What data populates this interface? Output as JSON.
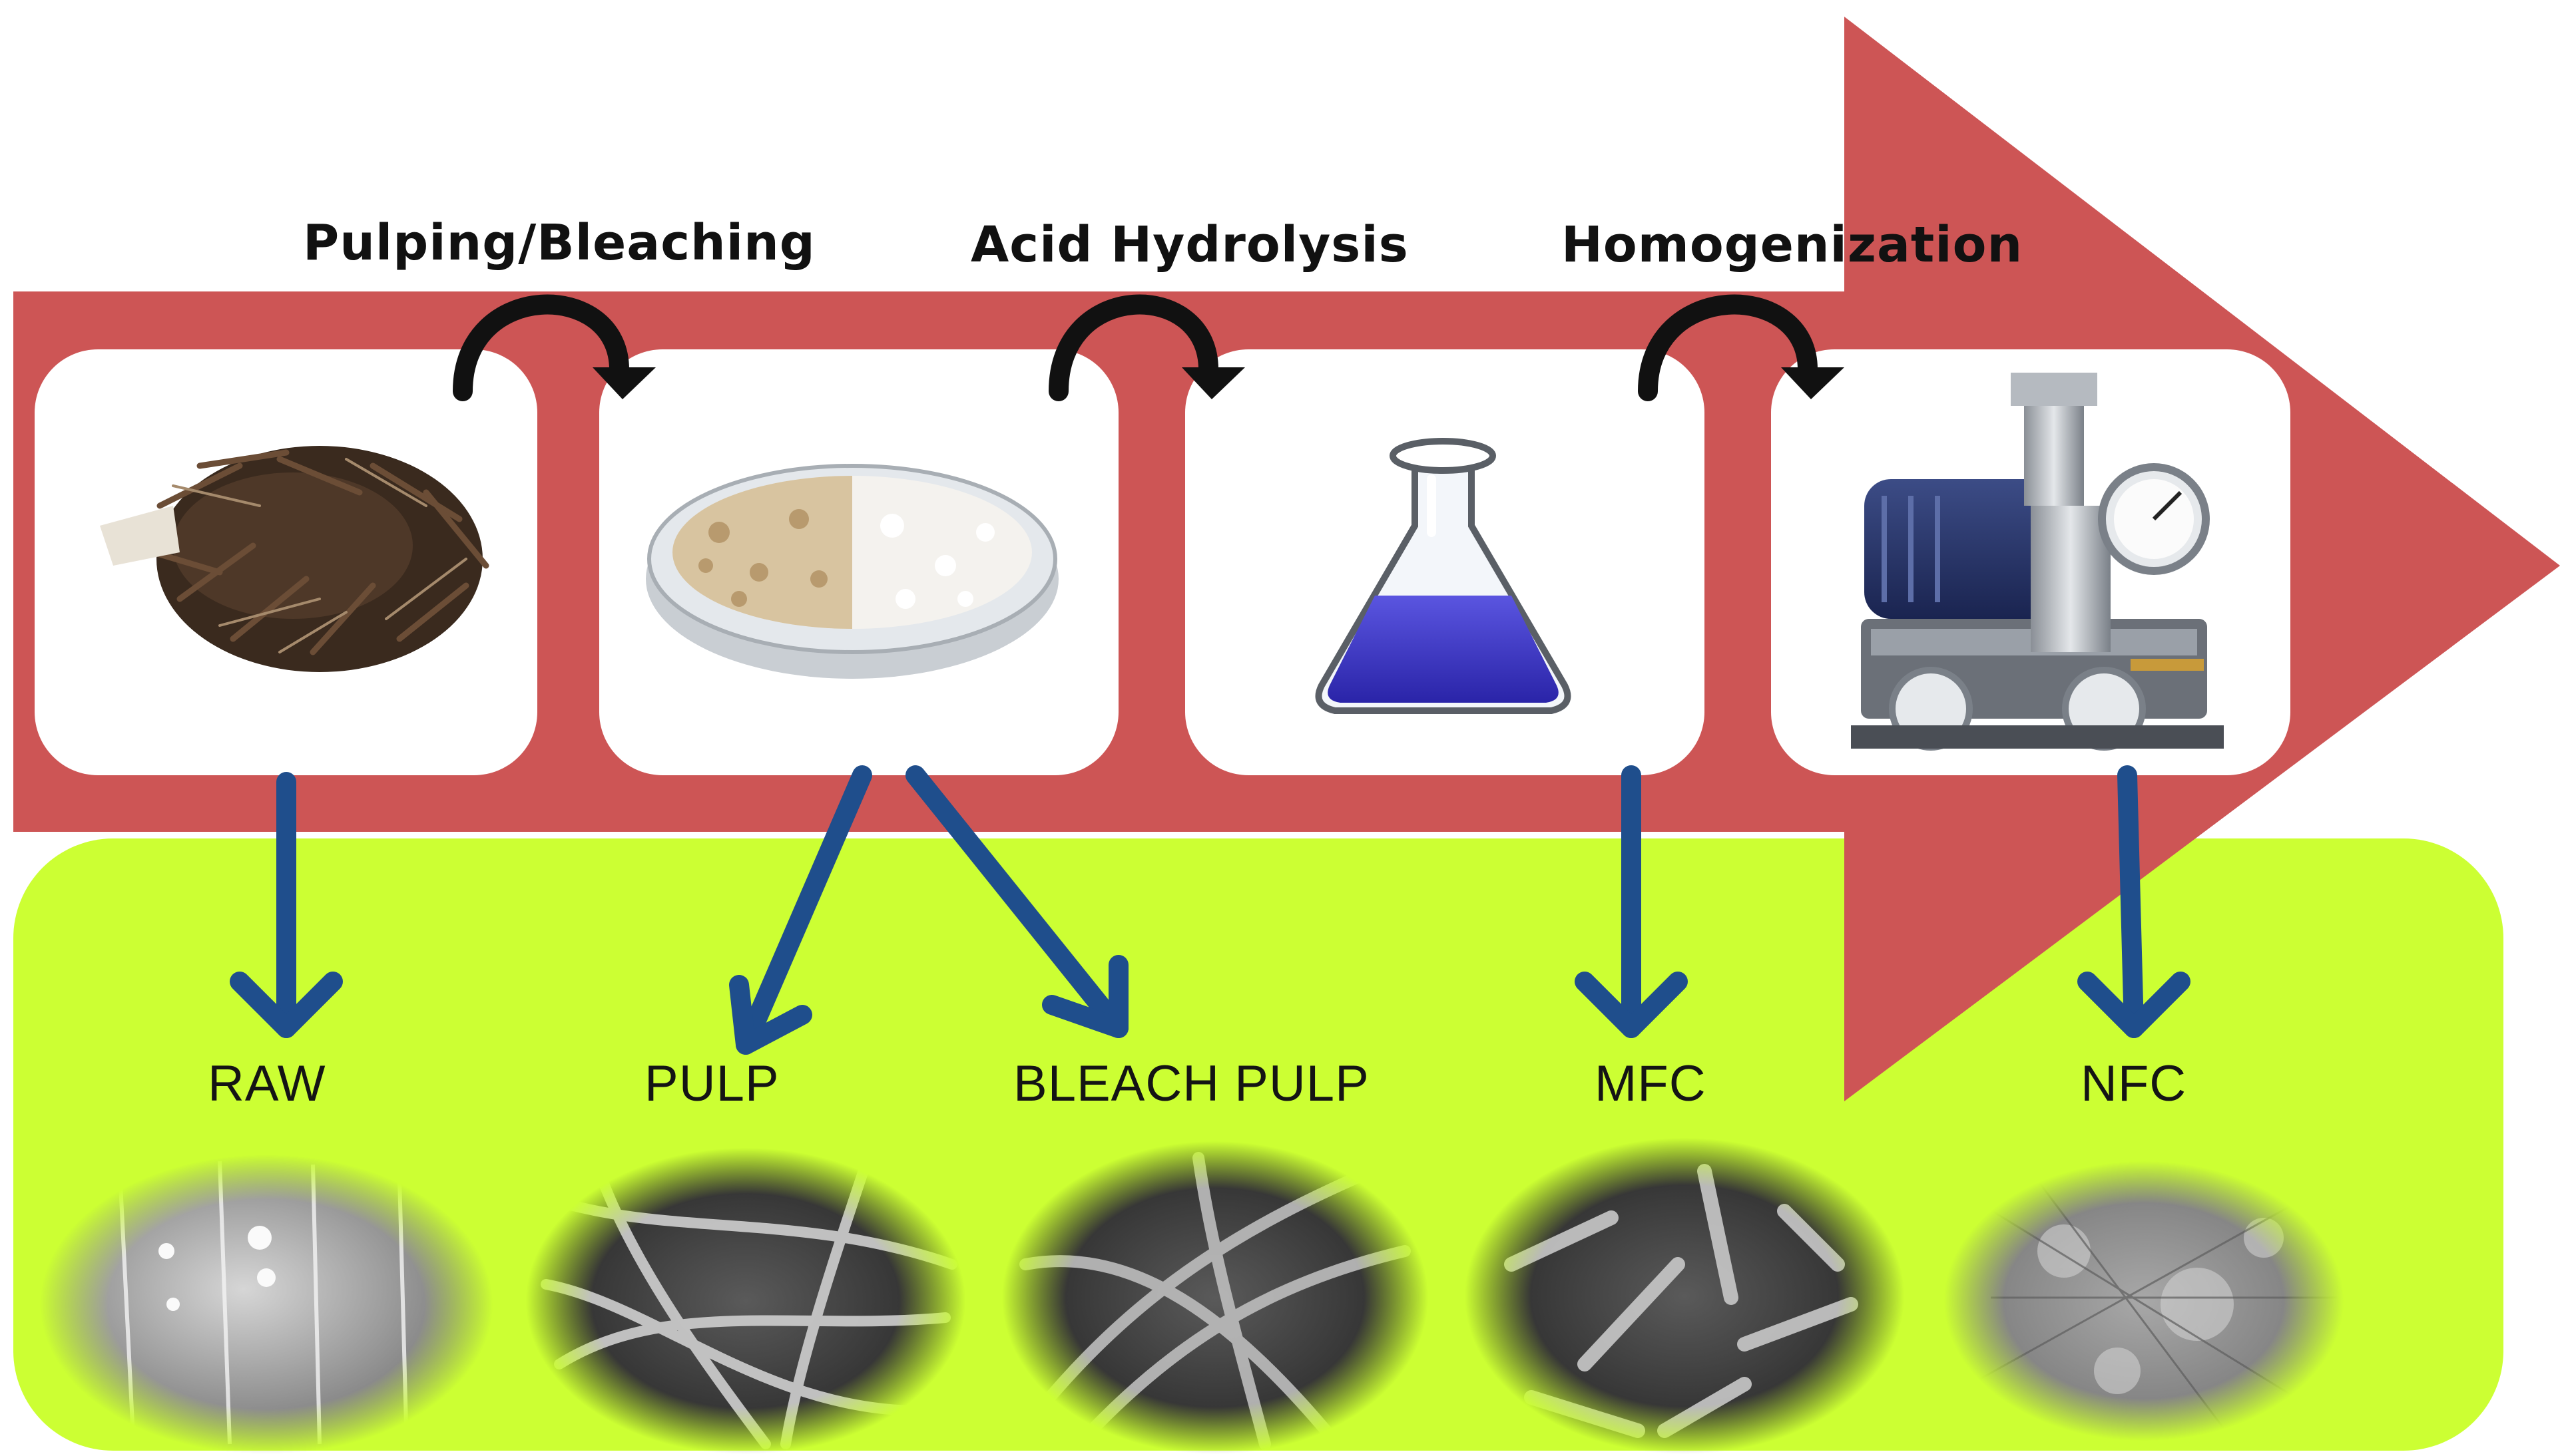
{
  "process_steps": [
    {
      "label": "Pulping/Bleaching"
    },
    {
      "label": "Acid Hydrolysis"
    },
    {
      "label": "Homogenization"
    }
  ],
  "stages": [
    {
      "icon": "raw-fiber-icon"
    },
    {
      "icon": "petri-dish-icon"
    },
    {
      "icon": "flask-icon"
    },
    {
      "icon": "homogenizer-icon"
    }
  ],
  "outputs": [
    {
      "label": "RAW"
    },
    {
      "label": "PULP"
    },
    {
      "label": "BLEACH PULP"
    },
    {
      "label": "MFC"
    },
    {
      "label": "NFC"
    }
  ],
  "colors": {
    "arrow_band": "#CD5555",
    "lower_panel": "#CCFF33",
    "down_arrows": "#1F4E8C",
    "flask_liquid": "#3B34C8"
  }
}
